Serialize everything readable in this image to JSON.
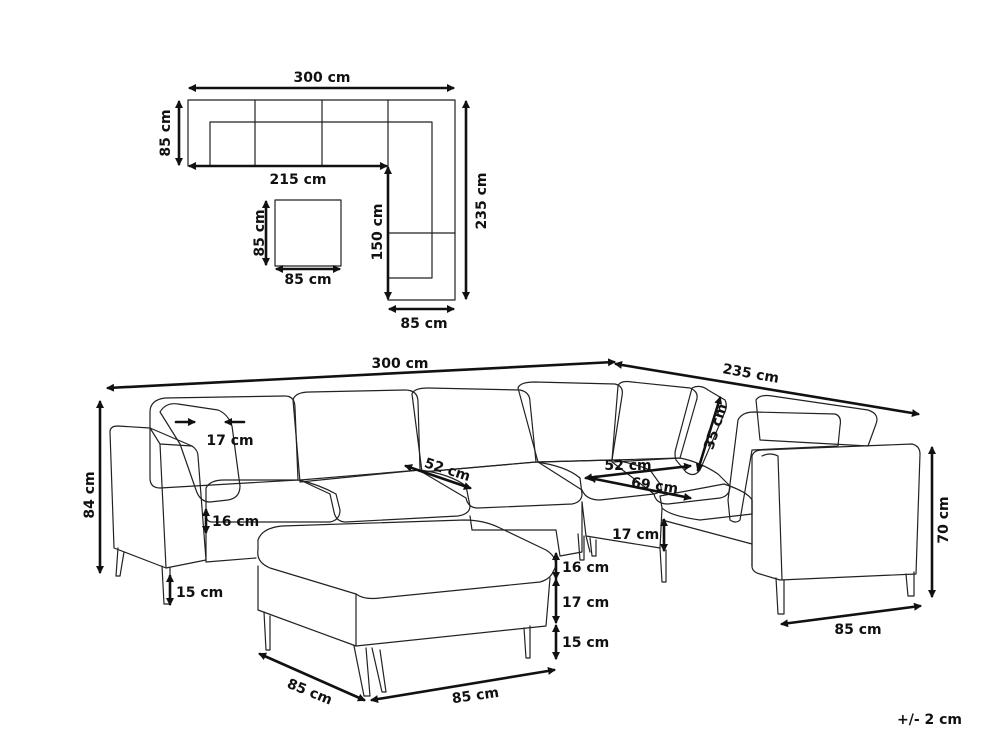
{
  "plan": {
    "width_top": "300 cm",
    "depth_left": "85 cm",
    "inner_length": "215 cm",
    "length_right": "235 cm",
    "inner_return": "150 cm",
    "module_depth": "85 cm",
    "ottoman_depth": "85 cm",
    "ottoman_width": "85 cm"
  },
  "sofa": {
    "total_width": "300 cm",
    "total_length": "235 cm",
    "back_height": "84 cm",
    "armrest_width": "17 cm",
    "seat_depth_left": "52 cm",
    "seat_depth_right": "52 cm",
    "corner_depth": "69 cm",
    "cushion_height": "35 cm",
    "seat_thickness": "16 cm",
    "leg_height": "15 cm",
    "base_height": "17 cm",
    "arm_height": "70 cm",
    "module_width": "85 cm"
  },
  "ottoman": {
    "cushion": "16 cm",
    "base": "17 cm",
    "legs": "15 cm",
    "depth": "85 cm",
    "width": "85 cm"
  },
  "tolerance": "+/- 2 cm"
}
